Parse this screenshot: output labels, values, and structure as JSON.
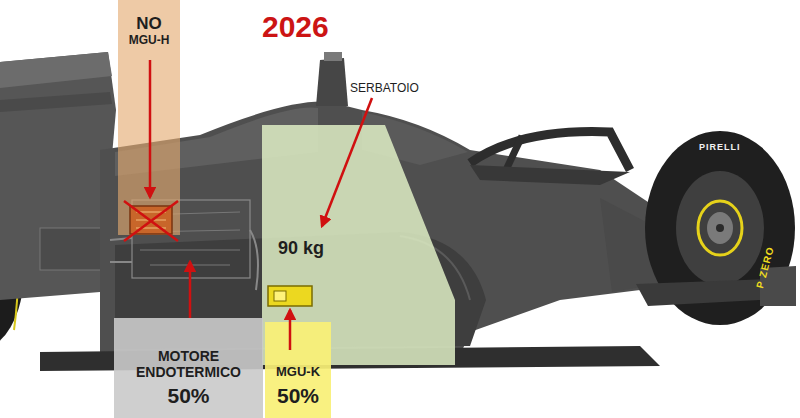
{
  "diagram": {
    "title": "2026",
    "nodes": [
      {
        "text": [
          "NO",
          "MGU-H"
        ]
      },
      {
        "text": [
          "90 kg"
        ]
      },
      {
        "text": [
          "MOTORE ENDOTERMICO",
          "50%"
        ]
      },
      {
        "text": [
          "MGU-K",
          "50%"
        ]
      }
    ],
    "labels": [
      "SERBATOIO",
      "PIRELLI",
      "P ZERO"
    ]
  }
}
